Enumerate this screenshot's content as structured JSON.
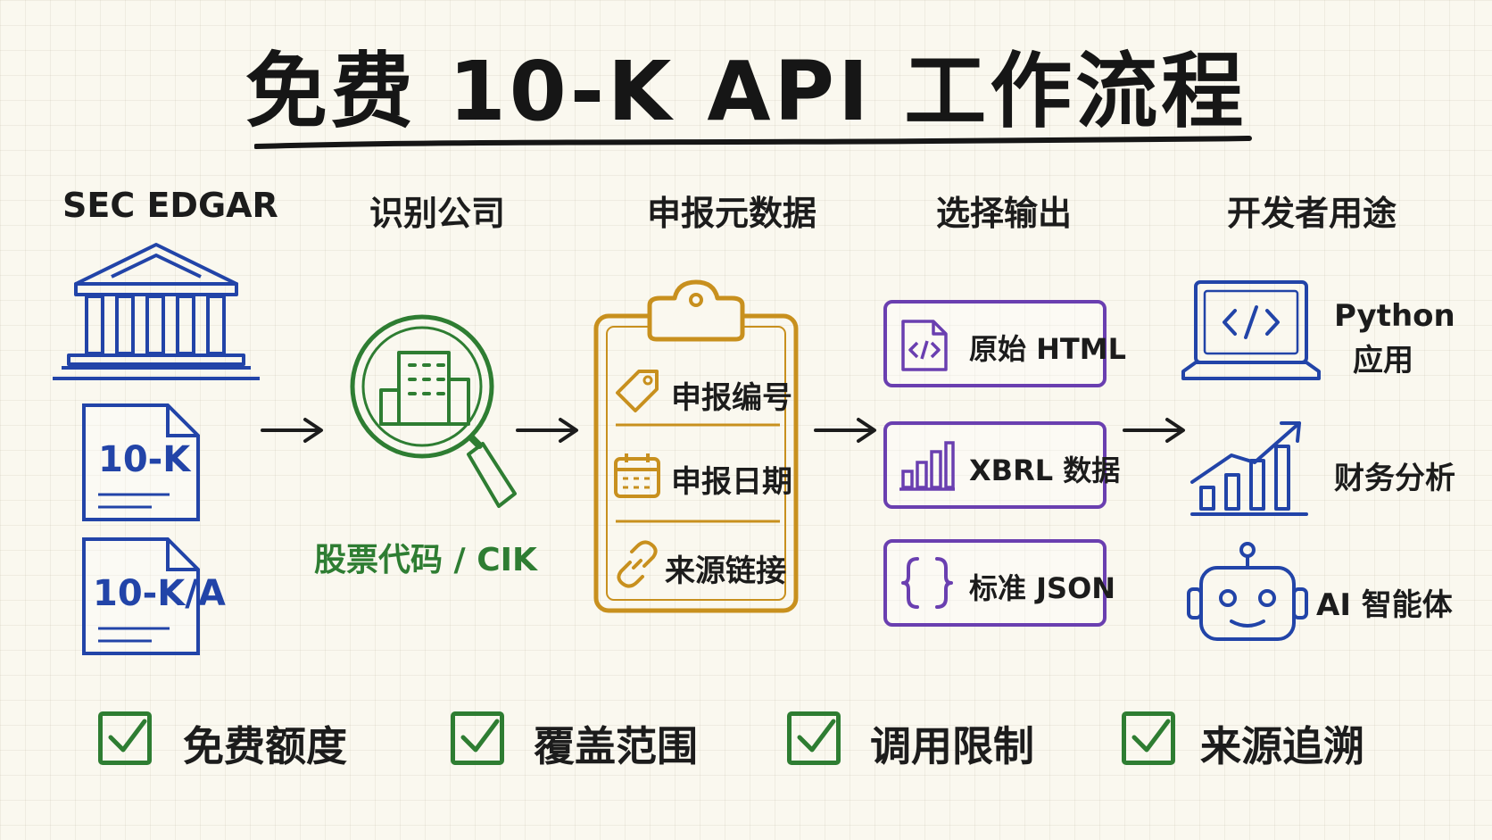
{
  "title": "免费 10-K API 工作流程",
  "columns": {
    "sec": "SEC EDGAR",
    "identify": "识别公司",
    "metadata": "申报元数据",
    "output": "选择输出",
    "uses": "开发者用途"
  },
  "sec_docs": [
    "10-K",
    "10-K/A"
  ],
  "identify_label": "股票代码 / CIK",
  "clipboard_items": [
    "申报编号",
    "申报日期",
    "来源链接"
  ],
  "outputs": [
    "原始 HTML",
    "XBRL 数据",
    "标准 JSON"
  ],
  "uses": {
    "python_line1": "Python",
    "python_line2": "应用",
    "finance": "财务分析",
    "agent": "AI 智能体"
  },
  "checks": [
    "免费额度",
    "覆盖范围",
    "调用限制",
    "来源追溯"
  ],
  "colors": {
    "blue": "#2244a8",
    "green": "#2e7d32",
    "gold": "#c8901e",
    "purple": "#6a3fb0",
    "ink": "#1c1c1c"
  }
}
